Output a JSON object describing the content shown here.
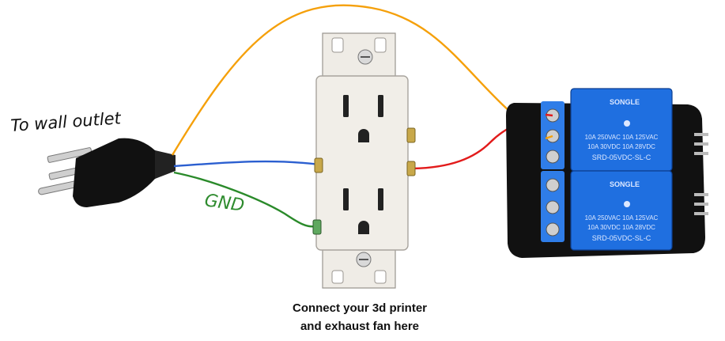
{
  "labels": {
    "to_wall_outlet": "To wall outlet",
    "gnd": "GND",
    "relay_brand_1": "SONGLE",
    "relay_brand_2": "SONGLE",
    "relay1_line1": "10A 250VAC 10A 125VAC",
    "relay1_line2": "10A 30VDC 10A 28VDC",
    "relay1_model": "SRD-05VDC-SL-C",
    "relay2_line1": "10A 250VAC 10A 125VAC",
    "relay2_line2": "10A 30VDC 10A 28VDC",
    "relay2_model": "SRD-05VDC-SL-C"
  },
  "caption": {
    "line1": "Connect your 3d printer",
    "line2": "and exhaust fan here"
  },
  "wire_colors": {
    "hot_orange": "#f5a00a",
    "neutral_blue": "#2b5fd0",
    "ground_green": "#2a8a2a",
    "relay_red": "#e21b1b",
    "handwriting_green": "#2e8b2e"
  },
  "component_colors": {
    "relay_body": "#1f6fe0",
    "relay_board": "#111111",
    "terminal_block": "#2f7de8",
    "plug_body": "#111111",
    "outlet_body": "#f1eee8",
    "prong": "#c9c9c9"
  }
}
